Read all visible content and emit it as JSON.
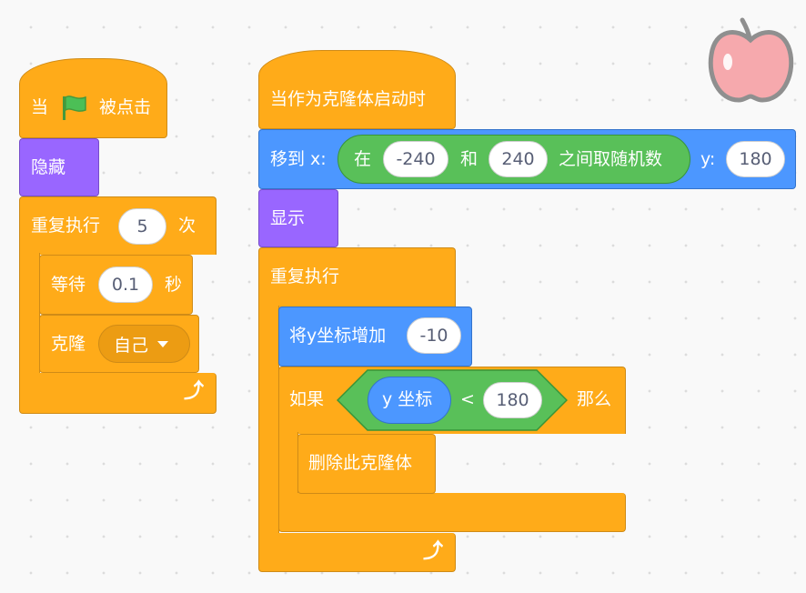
{
  "script_left": {
    "hat_when": "当",
    "hat_clicked": "被点击",
    "hide": "隐藏",
    "repeat_label": "重复执行",
    "repeat_count": "5",
    "repeat_unit": "次",
    "wait_label": "等待",
    "wait_value": "0.1",
    "wait_unit": "秒",
    "clone_label": "克隆",
    "clone_target": "自己"
  },
  "script_right": {
    "hat": "当作为克隆体启动时",
    "goto_label": "移到 x:",
    "random_in": "在",
    "random_from": "-240",
    "random_and": "和",
    "random_to": "240",
    "random_pick": "之间取随机数",
    "goto_y_label": "y:",
    "goto_y_value": "180",
    "show": "显示",
    "forever": "重复执行",
    "change_y_label": "将y坐标增加",
    "change_y_value": "-10",
    "if_label": "如果",
    "y_position": "y 坐标",
    "lt": "<",
    "compare_value": "180",
    "then_label": "那么",
    "delete_clone": "删除此克隆体"
  },
  "sprite": {
    "icon": "apple-icon",
    "colors": {
      "body": "#f6a9ad",
      "outline": "#8f8f8f"
    }
  },
  "colors": {
    "events": "#ffab19",
    "control": "#ffab19",
    "looks": "#9966ff",
    "motion": "#4c97ff",
    "operators": "#59c059",
    "flag": "#4cbf56"
  }
}
